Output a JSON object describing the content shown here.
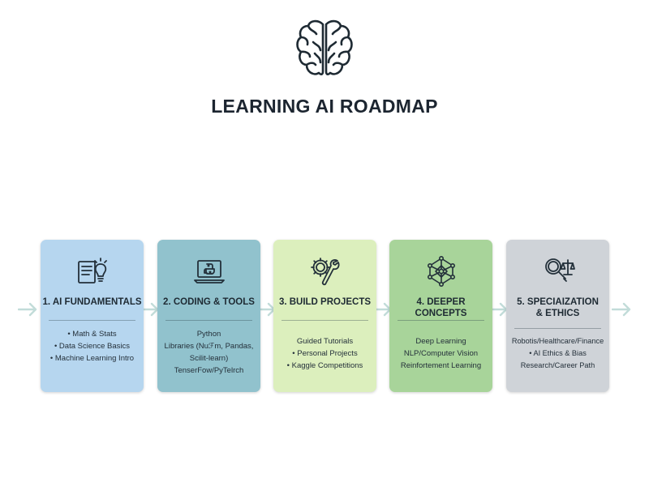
{
  "title": "LEARNING AI ROADMAP",
  "icons": {
    "logo": "brain-icon",
    "stage1": "book-lightbulb-icon",
    "stage2": "laptop-python-icon",
    "stage3": "gear-wrench-icon",
    "stage4": "neural-network-icon",
    "stage5": "magnifier-scales-icon"
  },
  "colors": {
    "stage1": "#b6d6ef",
    "stage2": "#91c2cd",
    "stage3": "#dcefbd",
    "stage4": "#a8d49a",
    "stage5": "#cfd3d8",
    "arrow": "#c2dcd9"
  },
  "stages": [
    {
      "heading": "1. AI FUNDAMENTALS",
      "items": [
        "• Math & Stats",
        "• Data Science Basics",
        "• Machine Learning Intro"
      ]
    },
    {
      "heading": "2. CODING & TOOLS",
      "items": [
        "Python",
        "Libraries (Nuℱm, Pandas,",
        "Scilit-learn)",
        "TenserFow/PyTelrch"
      ]
    },
    {
      "heading": "3. BUILD PROJECTS",
      "items": [
        "Guided Tutorials",
        "• Personal Projects",
        "• Kaggle Competitions"
      ]
    },
    {
      "heading": "4. DEEPER CONCEPTS",
      "items": [
        "Deep Learning",
        "NLP/Computer Vision",
        "Reinfortement Learning"
      ]
    },
    {
      "heading_line1": "5. SPECIAIZATION",
      "heading_line2": "& ETHICS",
      "items": [
        "Robotis/Healthcare/Finance",
        "• AI Ethics & Bias",
        "Research/Career Path"
      ]
    }
  ]
}
